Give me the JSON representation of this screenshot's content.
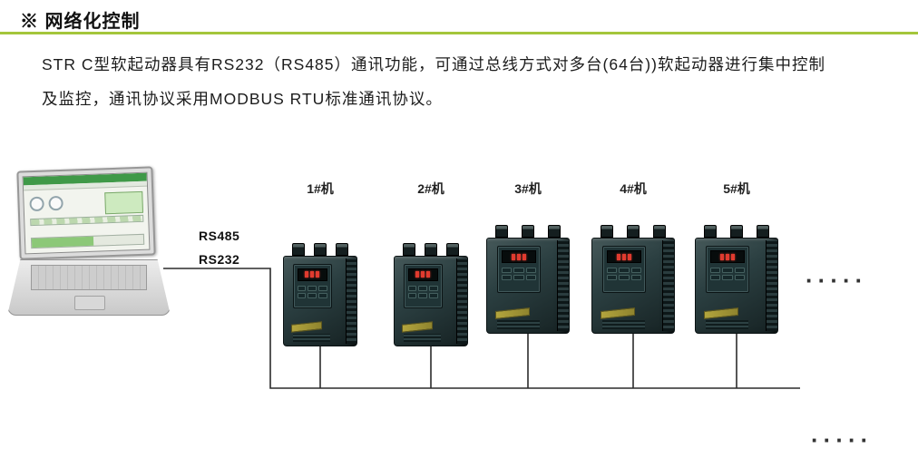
{
  "page": {
    "title": "※ 网络化控制"
  },
  "intro": {
    "line1": "STR C型软起动器具有RS232（RS485）通讯功能，可通过总线方式对多台(64台))软起动器进行集中控制",
    "line2": "及监控，通讯协议采用MODBUS RTU标准通讯协议。"
  },
  "diagram": {
    "bus_labels": {
      "top": "RS485",
      "bottom": "RS232"
    },
    "devices": [
      {
        "label": "1#机",
        "size": "small"
      },
      {
        "label": "2#机",
        "size": "small"
      },
      {
        "label": "3#机",
        "size": "large"
      },
      {
        "label": "4#机",
        "size": "large"
      },
      {
        "label": "5#机",
        "size": "large"
      }
    ],
    "more_devices_ellipsis": "·····",
    "bus_continuation_ellipsis": "·····"
  },
  "colors": {
    "accent_green": "#a4c63c",
    "device_body": "#2b3f41",
    "device_stripe": "#b3a53d",
    "led_red": "#e03b2f",
    "wire": "#2b2b2b"
  }
}
